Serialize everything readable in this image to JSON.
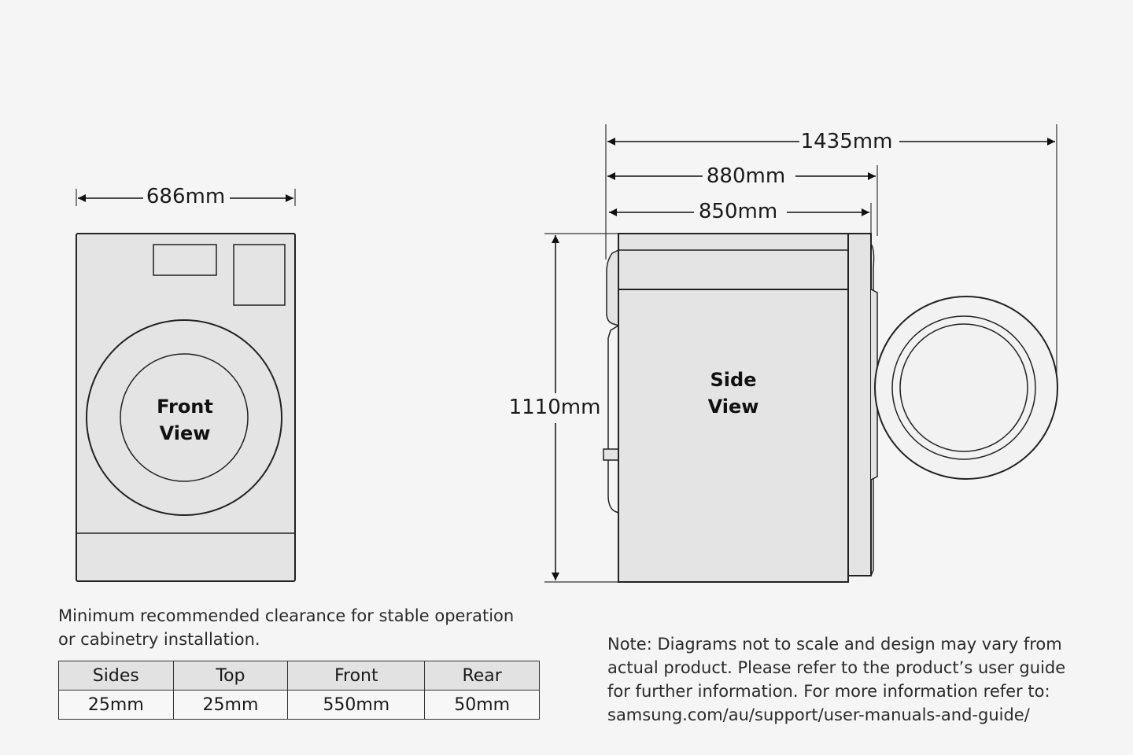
{
  "front": {
    "width_label": "686mm",
    "view_label_1": "Front",
    "view_label_2": "View"
  },
  "side": {
    "depth_total_label": "1435mm",
    "depth_with_door_label": "880mm",
    "depth_body_label": "850mm",
    "height_label": "1110mm",
    "view_label_1": "Side",
    "view_label_2": "View"
  },
  "clearance": {
    "caption_line1": "Minimum recommended clearance for stable operation",
    "caption_line2": "or cabinetry installation.",
    "headers": [
      "Sides",
      "Top",
      "Front",
      "Rear"
    ],
    "values": [
      "25mm",
      "25mm",
      "550mm",
      "50mm"
    ]
  },
  "note": {
    "line1": "Note: Diagrams not to scale and design may vary from",
    "line2": "actual product. Please refer to the product’s user guide",
    "line3": "for further information. For more information refer to:",
    "line4": "samsung.com/au/support/user-manuals-and-guide/"
  },
  "colors": {
    "body_fill": "#e4e4e4",
    "stroke": "#222222",
    "background": "#f5f5f5"
  }
}
